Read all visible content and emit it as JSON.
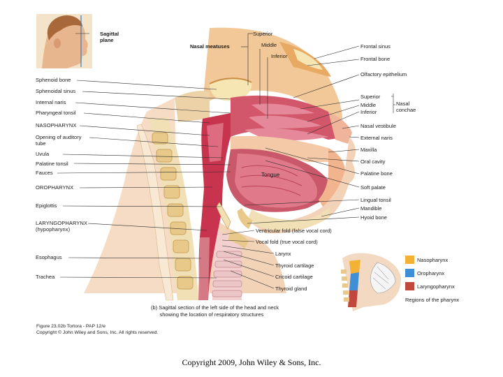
{
  "figure_labels": {
    "sagittal_plane": "Sagittal\nplane",
    "nasal_meatuses": "Nasal meatuses",
    "superior_meatus": "Superior",
    "middle_meatus": "Middle",
    "inferior_meatus": "Inferior",
    "frontal_sinus": "Frontal sinus",
    "frontal_bone": "Frontal bone",
    "olfactory_epithelium": "Olfactory epithelium",
    "sphenoid_bone": "Sphenoid bone",
    "sphenoidal_sinus": "Sphenoidal sinus",
    "internal_naris": "Internal naris",
    "pharyngeal_tonsil": "Pharyngeal tonsil",
    "nasopharynx": "NASOPHARYNX",
    "opening_auditory_tube": "Opening of auditory\ntube",
    "uvula": "Uvula",
    "palatine_tonsil": "Palatine tonsil",
    "fauces": "Fauces",
    "oropharynx": "OROPHARYNX",
    "epiglottis": "Epiglottis",
    "laryngopharynx": "LARYNGOPHARYNX\n(hypopharynx)",
    "esophagus": "Esophagus",
    "trachea": "Trachea",
    "superior_concha": "Superior",
    "middle_concha": "Middle",
    "inferior_concha": "Inferior",
    "nasal_conchae": "Nasal\nconchae",
    "nasal_vestibule": "Nasal vestibule",
    "external_naris": "External naris",
    "maxilla": "Maxilla",
    "oral_cavity": "Oral cavity",
    "palatine_bone": "Palatine bone",
    "soft_palate": "Soft palate",
    "lingual_tonsil": "Lingual tonsil",
    "mandible": "Mandible",
    "hyoid_bone": "Hyoid bone",
    "tongue": "Tongue",
    "ventricular_fold": "Ventricular fold (false vocal cord)",
    "vocal_fold": "Vocal fold (true vocal cord)",
    "larynx": "Larynx",
    "thyroid_cartilage": "Thyroid cartilage",
    "cricoid_cartilage": "Cricoid cartilage",
    "thyroid_gland": "Thyroid gland"
  },
  "legend": {
    "items": [
      {
        "label": "Nasopharynx",
        "color": "#f2b233"
      },
      {
        "label": "Oropharynx",
        "color": "#3f8fd6"
      },
      {
        "label": "Laryngopharynx",
        "color": "#c0483c"
      }
    ],
    "title": "Regions of the pharynx"
  },
  "caption": "(b) Sagittal section of the left side of the head and neck\n      showing the location of respiratory structures",
  "figure_credit": "Figure 23.02b Tortora - PAP 12/e\nCopyright © John Wiley and Sons, Inc. All rights reserved.",
  "copyright": "Copyright 2009, John Wiley & Sons, Inc."
}
